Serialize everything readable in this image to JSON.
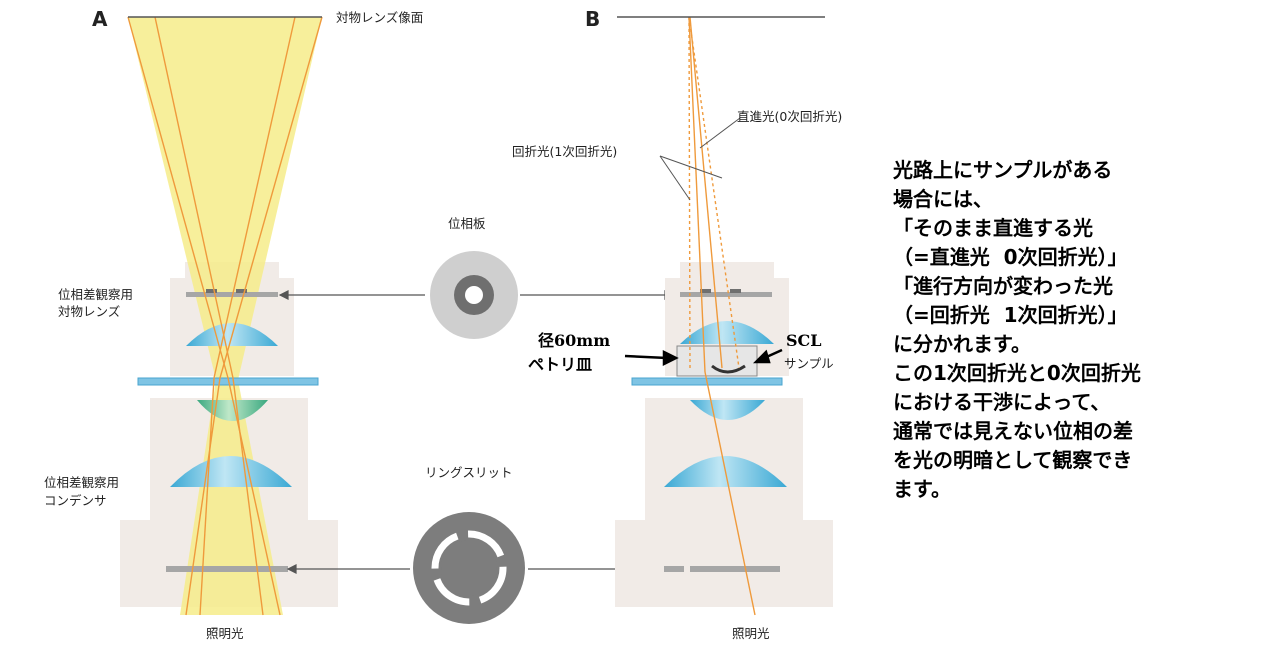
{
  "panel_a": {
    "letter": "A",
    "image_plane_label": "対物レンズ像面",
    "objective_label": [
      "位相差観察用",
      "対物レンズ"
    ],
    "condenser_label": [
      "位相差観察用",
      "コンデンサ"
    ],
    "illumination_label": "照明光"
  },
  "panel_b": {
    "letter": "B",
    "direct_light_label": "直進光(0次回折光)",
    "diffracted_light_label": "回折光(1次回折光)",
    "illumination_label": "照明光",
    "petri_label": [
      "径60mm",
      "ペトリ皿"
    ],
    "scl_label": [
      "SCL",
      "サンプル"
    ]
  },
  "center": {
    "phase_plate_label": "位相板",
    "ring_slit_label": "リングスリット"
  },
  "explanation": [
    "光路上にサンプルがある",
    "場合には、",
    "「そのまま直進する光",
    "（=直進光  0次回折光）」",
    "「進行方向が変わった光",
    "（=回折光  1次回折光）」",
    "に分かれます。",
    "この1次回折光と0次回折光",
    "における干渉によって、",
    "通常では見えない位相の差",
    "を光の明暗として観察でき",
    "ます。"
  ],
  "colors": {
    "light_cone": "#f6ec8a",
    "ray": "#ef9a3c",
    "lens_blue": "#56b8dc",
    "housing": "#f1ebe7",
    "plate_gray": "#9a9a9a"
  }
}
